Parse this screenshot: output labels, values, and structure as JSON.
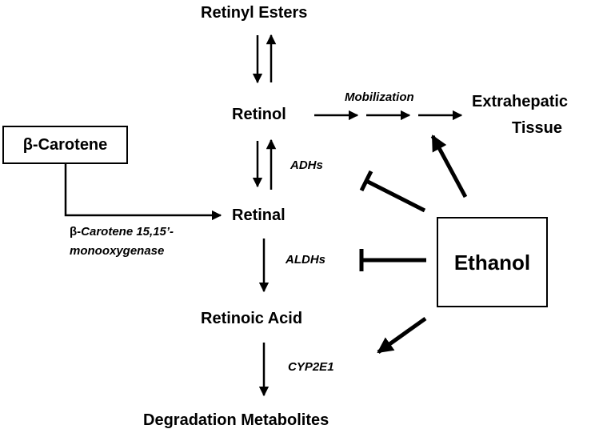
{
  "nodes": {
    "retinyl_esters": "Retinyl Esters",
    "retinol": "Retinol",
    "retinal": "Retinal",
    "retinoic_acid": "Retinoic Acid",
    "degradation_metabolites": "Degradation Metabolites",
    "beta_carotene": "β-Carotene",
    "ethanol": "Ethanol",
    "extrahepatic_line1": "Extrahepatic",
    "extrahepatic_line2": "Tissue"
  },
  "enzymes": {
    "mobilization": "Mobilization",
    "adhs": "ADHs",
    "aldhs": "ALDHs",
    "cyp2e1": "CYP2E1",
    "monooxygenase_beta": "β-",
    "monooxygenase_line1": "Carotene 15,15’-",
    "monooxygenase_line2": "monooxygenase"
  }
}
